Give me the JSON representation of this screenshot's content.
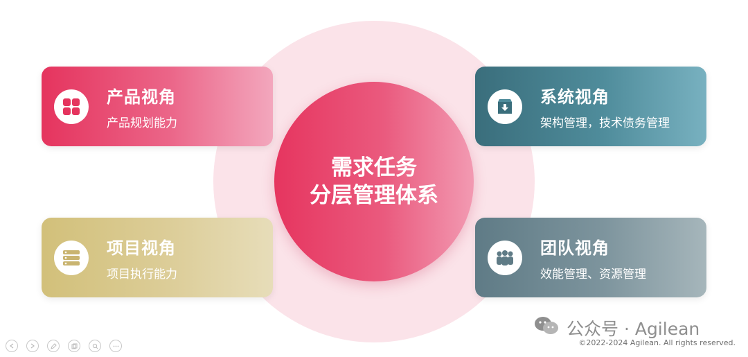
{
  "center": {
    "line1": "需求任务",
    "line2": "分层管理体系"
  },
  "cards": {
    "product": {
      "title": "产品视角",
      "subtitle": "产品规划能力",
      "icon": "grid-icon",
      "color": "#e5345e"
    },
    "system": {
      "title": "系统视角",
      "subtitle": "架构管理，技术债务管理",
      "icon": "download-box-icon",
      "color": "#3a6e7c"
    },
    "project": {
      "title": "项目视角",
      "subtitle": "项目执行能力",
      "icon": "list-icon",
      "color": "#d2c07a"
    },
    "team": {
      "title": "团队视角",
      "subtitle": "效能管理、资源管理",
      "icon": "people-icon",
      "color": "#5f7b86"
    }
  },
  "watermark": {
    "text": "公众号 · Agilean",
    "icon": "wechat-icon"
  },
  "copyright": "©2022-2024 Agilean. All rights reserved.",
  "controls": [
    "prev-icon",
    "play-icon",
    "pen-icon",
    "copy-icon",
    "zoom-icon",
    "more-icon"
  ]
}
